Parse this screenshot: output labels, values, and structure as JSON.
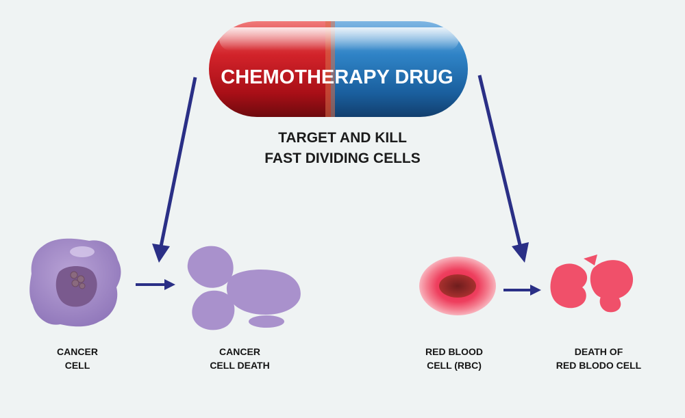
{
  "pill": {
    "label": "CHEMOTHERAPY DRUG",
    "color_left": "#b5121b",
    "color_right": "#1f6fb2"
  },
  "subtitle": {
    "line1": "TARGET AND KILL",
    "line2": "FAST DIVIDING CELLS"
  },
  "cells": {
    "cancer_cell": {
      "line1": "CANCER",
      "line2": "CELL"
    },
    "cancer_cell_death": {
      "line1": "CANCER",
      "line2": "CELL DEATH"
    },
    "rbc": {
      "line1": "RED BLOOD",
      "line2": "CELL (RBC)"
    },
    "rbc_death": {
      "line1": "DEATH OF",
      "line2": "RED BLODO CELL"
    }
  },
  "colors": {
    "arrow": "#2a2f86",
    "cancer_purple": "#a68fc7",
    "rbc_red": "#f0506a",
    "background": "#eff3f3"
  }
}
